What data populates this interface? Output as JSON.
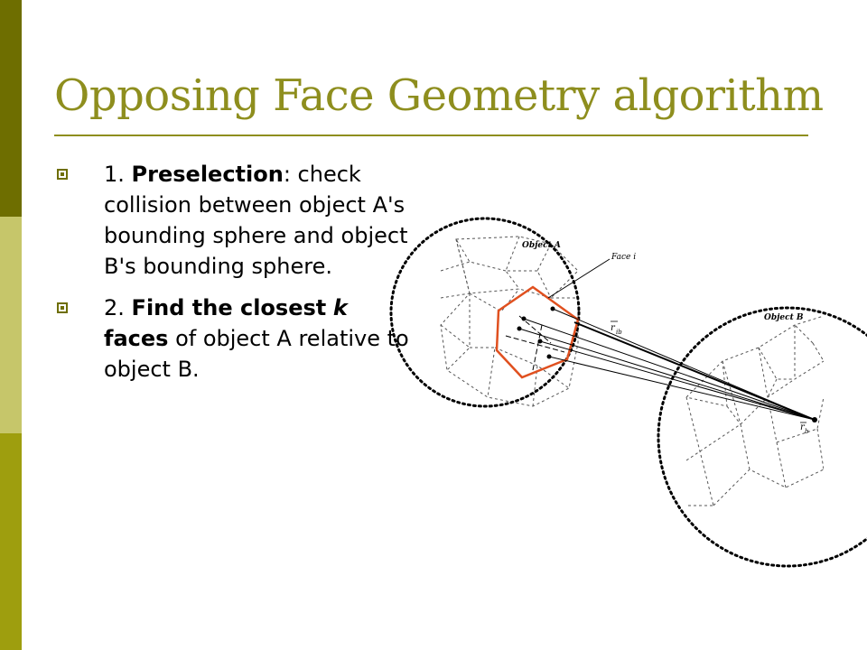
{
  "colors": {
    "bar_dark": "#6e6e00",
    "bar_light": "#c6c66a",
    "bar_mid": "#9e9e0e",
    "title": "#8e8e1e",
    "rule": "#8e8e1e",
    "bullet": "#6e6e00",
    "polygon": "#e0501f"
  },
  "title": "Opposing Face Geometry algorithm",
  "bullets": [
    {
      "icon": "square-bullet-icon",
      "number": "1.",
      "bold": "Preselection",
      "rest": ": check collision between object A's bounding sphere and object B's bounding sphere."
    },
    {
      "icon": "square-bullet-icon",
      "number": "2.",
      "bold": "Find the closest",
      "bold_italic": "k",
      "bold2": "faces",
      "rest": " of object A relative to object B."
    }
  ],
  "diagram": {
    "object_a_label": "Object A",
    "object_b_label": "Object B",
    "face_label": "Face i",
    "vector_ib_label": "r",
    "vector_ib_subscript": "ib",
    "vector_b_label": "r",
    "vector_b_subscript": "b"
  }
}
